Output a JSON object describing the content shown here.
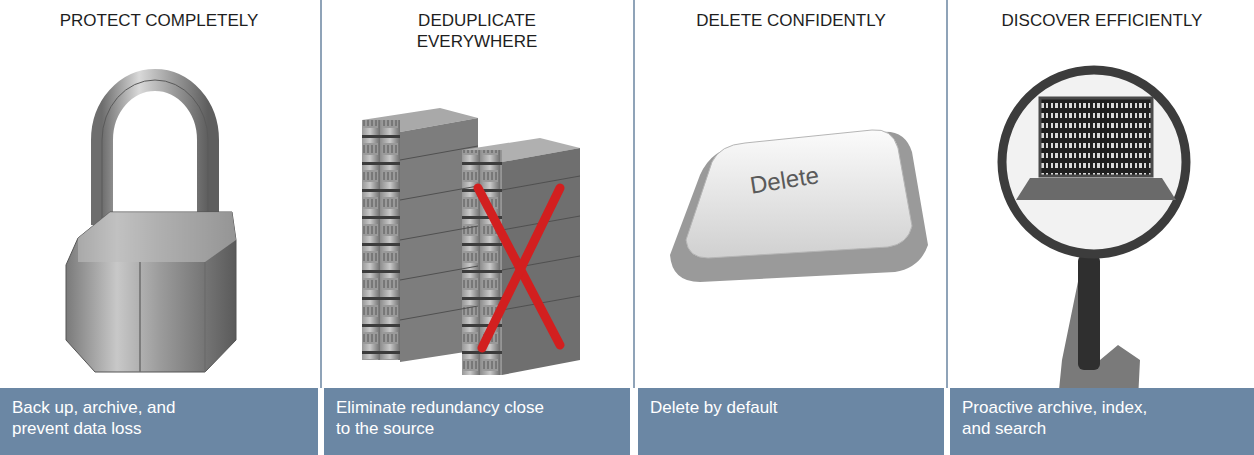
{
  "diagram": {
    "nodes": [
      {
        "text": [
          "PROTECT COMPLETELY",
          "Back up, archive, and prevent data loss"
        ]
      },
      {
        "text": [
          "DEDUPLICATE EVERYWHERE",
          "Eliminate redundancy close to the source"
        ]
      },
      {
        "text": [
          "DELETE CONFIDENTLY",
          "Delete by default"
        ]
      },
      {
        "text": [
          "DISCOVER EFFICIENTLY",
          "Proactive archive, index, and search"
        ]
      }
    ],
    "labels": [
      "Delete"
    ]
  }
}
